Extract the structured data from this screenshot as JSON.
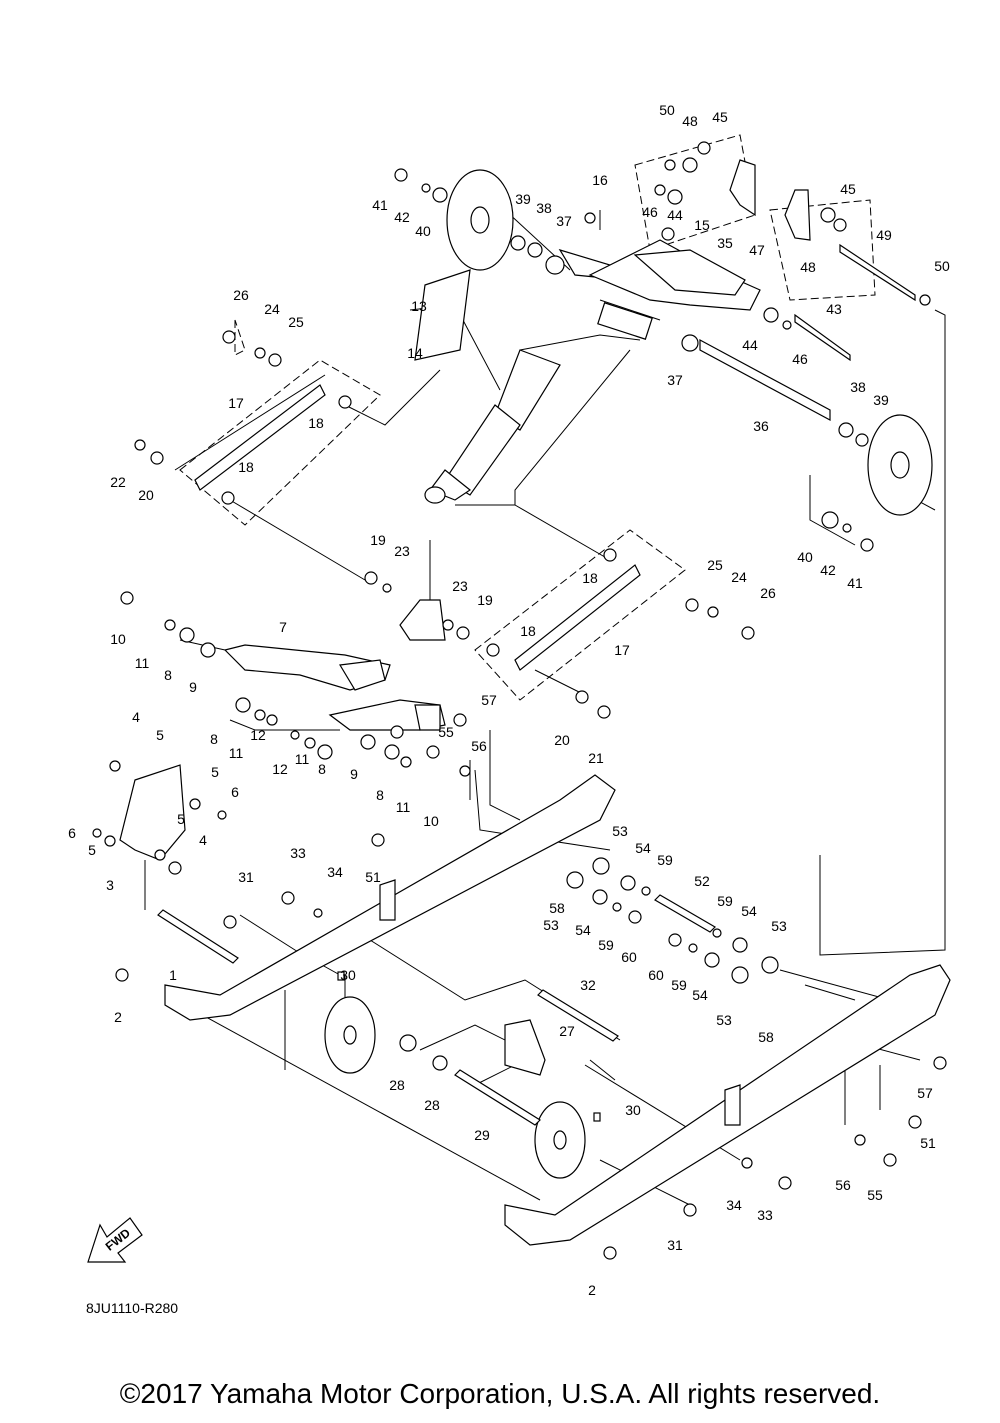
{
  "diagram": {
    "code": "8JU1110-R280",
    "fwd_label": "FWD",
    "copyright": "©2017 Yamaha Motor Corporation, U.S.A. All rights reserved."
  },
  "callouts": [
    {
      "id": "c50a",
      "label": "50"
    },
    {
      "id": "c48a",
      "label": "48"
    },
    {
      "id": "c45a",
      "label": "45"
    },
    {
      "id": "c16",
      "label": "16"
    },
    {
      "id": "c46a",
      "label": "46"
    },
    {
      "id": "c44a",
      "label": "44"
    },
    {
      "id": "c45b",
      "label": "45"
    },
    {
      "id": "c41a",
      "label": "41"
    },
    {
      "id": "c42a",
      "label": "42"
    },
    {
      "id": "c40a",
      "label": "40"
    },
    {
      "id": "c39a",
      "label": "39"
    },
    {
      "id": "c38a",
      "label": "38"
    },
    {
      "id": "c37a",
      "label": "37"
    },
    {
      "id": "c15",
      "label": "15"
    },
    {
      "id": "c35",
      "label": "35"
    },
    {
      "id": "c47",
      "label": "47"
    },
    {
      "id": "c48b",
      "label": "48"
    },
    {
      "id": "c49",
      "label": "49"
    },
    {
      "id": "c50b",
      "label": "50"
    },
    {
      "id": "c26a",
      "label": "26"
    },
    {
      "id": "c24a",
      "label": "24"
    },
    {
      "id": "c25a",
      "label": "25"
    },
    {
      "id": "c13",
      "label": "13"
    },
    {
      "id": "c14",
      "label": "14"
    },
    {
      "id": "c44b",
      "label": "44"
    },
    {
      "id": "c46b",
      "label": "46"
    },
    {
      "id": "c43",
      "label": "43"
    },
    {
      "id": "c37b",
      "label": "37"
    },
    {
      "id": "c17a",
      "label": "17"
    },
    {
      "id": "c18a",
      "label": "18"
    },
    {
      "id": "c36",
      "label": "36"
    },
    {
      "id": "c38b",
      "label": "38"
    },
    {
      "id": "c39b",
      "label": "39"
    },
    {
      "id": "c22",
      "label": "22"
    },
    {
      "id": "c20a",
      "label": "20"
    },
    {
      "id": "c18b",
      "label": "18"
    },
    {
      "id": "c40b",
      "label": "40"
    },
    {
      "id": "c42b",
      "label": "42"
    },
    {
      "id": "c41b",
      "label": "41"
    },
    {
      "id": "c19a",
      "label": "19"
    },
    {
      "id": "c23a",
      "label": "23"
    },
    {
      "id": "c18c",
      "label": "18"
    },
    {
      "id": "c25b",
      "label": "25"
    },
    {
      "id": "c24b",
      "label": "24"
    },
    {
      "id": "c26b",
      "label": "26"
    },
    {
      "id": "c10a",
      "label": "10"
    },
    {
      "id": "c11a",
      "label": "11"
    },
    {
      "id": "c8a",
      "label": "8"
    },
    {
      "id": "c7",
      "label": "7"
    },
    {
      "id": "c9a",
      "label": "9"
    },
    {
      "id": "c23b",
      "label": "23"
    },
    {
      "id": "c19b",
      "label": "19"
    },
    {
      "id": "c18d",
      "label": "18"
    },
    {
      "id": "c17b",
      "label": "17"
    },
    {
      "id": "c20b",
      "label": "20"
    },
    {
      "id": "c21",
      "label": "21"
    },
    {
      "id": "c57a",
      "label": "57"
    },
    {
      "id": "c4a",
      "label": "4"
    },
    {
      "id": "c5a",
      "label": "5"
    },
    {
      "id": "c8b",
      "label": "8"
    },
    {
      "id": "c11b",
      "label": "11"
    },
    {
      "id": "c12a",
      "label": "12"
    },
    {
      "id": "c12b",
      "label": "12"
    },
    {
      "id": "c11c",
      "label": "11"
    },
    {
      "id": "c8c",
      "label": "8"
    },
    {
      "id": "c9b",
      "label": "9"
    },
    {
      "id": "c8d",
      "label": "8"
    },
    {
      "id": "c11d",
      "label": "11"
    },
    {
      "id": "c10b",
      "label": "10"
    },
    {
      "id": "c55a",
      "label": "55"
    },
    {
      "id": "c56a",
      "label": "56"
    },
    {
      "id": "c5b",
      "label": "5"
    },
    {
      "id": "c6a",
      "label": "6"
    },
    {
      "id": "c6b",
      "label": "6"
    },
    {
      "id": "c5c",
      "label": "5"
    },
    {
      "id": "c5d",
      "label": "5"
    },
    {
      "id": "c4b",
      "label": "4"
    },
    {
      "id": "c3",
      "label": "3"
    },
    {
      "id": "c33a",
      "label": "33"
    },
    {
      "id": "c34a",
      "label": "34"
    },
    {
      "id": "c51a",
      "label": "51"
    },
    {
      "id": "c31a",
      "label": "31"
    },
    {
      "id": "c53a",
      "label": "53"
    },
    {
      "id": "c54a",
      "label": "54"
    },
    {
      "id": "c59a",
      "label": "59"
    },
    {
      "id": "c58a",
      "label": "58"
    },
    {
      "id": "c53b",
      "label": "53"
    },
    {
      "id": "c54b",
      "label": "54"
    },
    {
      "id": "c59b",
      "label": "59"
    },
    {
      "id": "c60a",
      "label": "60"
    },
    {
      "id": "c52",
      "label": "52"
    },
    {
      "id": "c59c",
      "label": "59"
    },
    {
      "id": "c54c",
      "label": "54"
    },
    {
      "id": "c53c",
      "label": "53"
    },
    {
      "id": "c60b",
      "label": "60"
    },
    {
      "id": "c59d",
      "label": "59"
    },
    {
      "id": "c54d",
      "label": "54"
    },
    {
      "id": "c53d",
      "label": "53"
    },
    {
      "id": "c58b",
      "label": "58"
    },
    {
      "id": "c1",
      "label": "1"
    },
    {
      "id": "c30a",
      "label": "30"
    },
    {
      "id": "c2a",
      "label": "2"
    },
    {
      "id": "c32",
      "label": "32"
    },
    {
      "id": "c27",
      "label": "27"
    },
    {
      "id": "c28a",
      "label": "28"
    },
    {
      "id": "c28b",
      "label": "28"
    },
    {
      "id": "c29",
      "label": "29"
    },
    {
      "id": "c30b",
      "label": "30"
    },
    {
      "id": "c57b",
      "label": "57"
    },
    {
      "id": "c51b",
      "label": "51"
    },
    {
      "id": "c56b",
      "label": "56"
    },
    {
      "id": "c55b",
      "label": "55"
    },
    {
      "id": "c34b",
      "label": "34"
    },
    {
      "id": "c33b",
      "label": "33"
    },
    {
      "id": "c31b",
      "label": "31"
    },
    {
      "id": "c2b",
      "label": "2"
    }
  ]
}
